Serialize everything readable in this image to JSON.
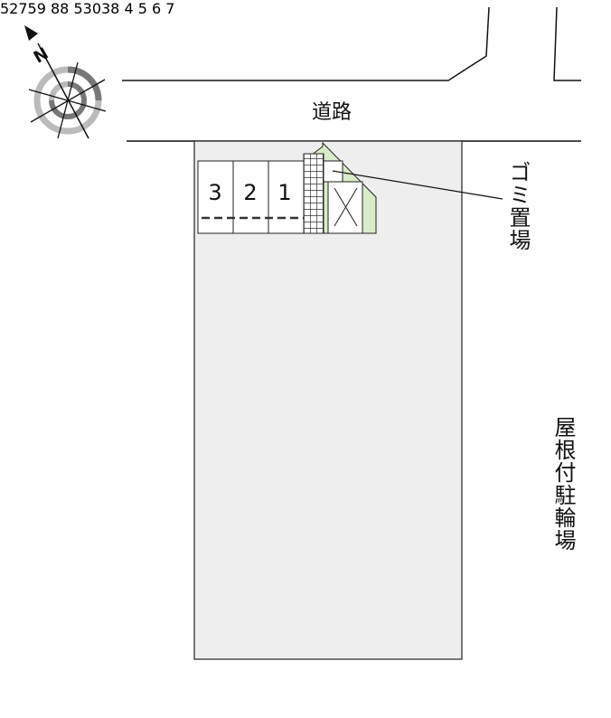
{
  "map": {
    "road_label": "道路",
    "compass": {
      "north_label": "N",
      "direction": "north-west"
    },
    "buildings": [
      {
        "id": "52759",
        "label": "52759",
        "style": "plain"
      },
      {
        "id": "53038",
        "label": "53038",
        "style": "hatched"
      }
    ],
    "parking_top": [
      {
        "label": "3"
      },
      {
        "label": "2"
      },
      {
        "label": "1"
      }
    ],
    "parking_bottom": [
      {
        "label": "4"
      },
      {
        "label": "5"
      },
      {
        "label": "6"
      },
      {
        "label": "7"
      }
    ],
    "callouts": {
      "garbage": "ゴミ置場",
      "bicycle": "屋根付駐輪場"
    },
    "colors": {
      "lot": "#eeeeee",
      "green": "#d8ecc8",
      "hatch": "#999999",
      "line": "#111111"
    }
  }
}
